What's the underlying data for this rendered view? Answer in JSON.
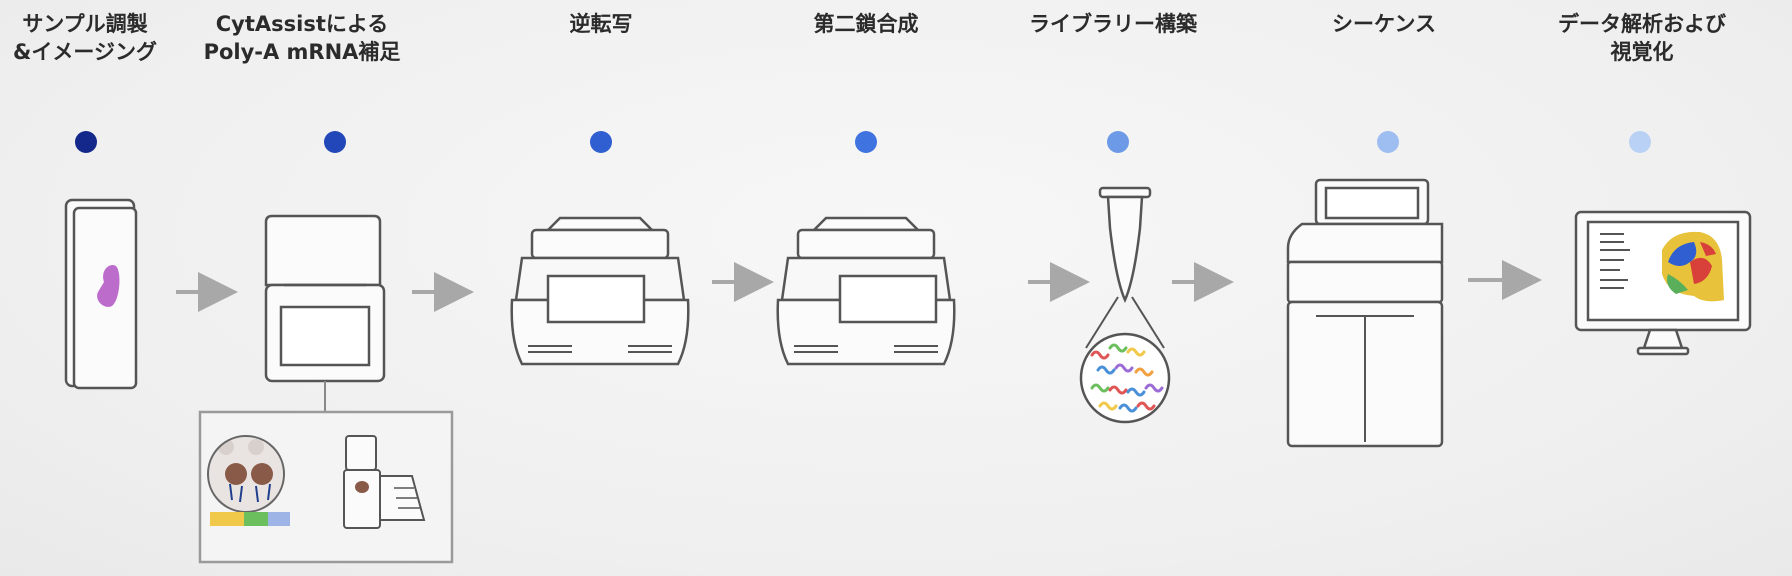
{
  "steps": [
    {
      "label": "サンプル調製\n&イメージング"
    },
    {
      "label": "CytAssistによる\nPoly-A mRNA補足"
    },
    {
      "label": "逆転写"
    },
    {
      "label": "第二鎖合成"
    },
    {
      "label": "ライブラリー構築"
    },
    {
      "label": "シーケンス"
    },
    {
      "label": "データ解析および\n視覚化"
    }
  ],
  "colors": {
    "dot_1": "#13288a",
    "dot_2": "#2147b8",
    "dot_3": "#2f5fd0",
    "dot_4": "#3f73df",
    "dot_5": "#6d9ae6",
    "dot_6": "#9ebdf0",
    "dot_7": "#b9d1f5",
    "outline": "#555555",
    "arrow": "#a8a8a8",
    "tissue": "#b55cc4"
  }
}
